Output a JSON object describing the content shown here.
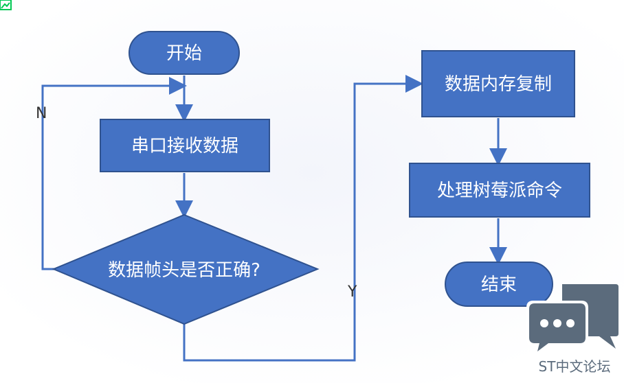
{
  "colors": {
    "node_fill": "#4472c4",
    "node_stroke": "#2f528f",
    "arrow": "#4472c4",
    "background_glow": "#f0f3fa",
    "watermark": "#5b6b7c",
    "corner_icon": "#00c853"
  },
  "nodes": {
    "start": {
      "label": "开始",
      "shape": "stadium"
    },
    "receive": {
      "label": "串口接收数据",
      "shape": "rectangle"
    },
    "decision": {
      "label": "数据帧头是否正确?",
      "shape": "diamond"
    },
    "copy": {
      "label": "数据内存复制",
      "shape": "rectangle"
    },
    "process": {
      "label": "处理树莓派命令",
      "shape": "rectangle"
    },
    "end": {
      "label": "结束",
      "shape": "stadium"
    }
  },
  "edges": {
    "no_label": "N",
    "yes_label": "Y"
  },
  "watermark": {
    "text": "ST中文论坛",
    "icon": "speech-bubbles-icon"
  },
  "corner_icon": {
    "icon": "image-icon"
  }
}
